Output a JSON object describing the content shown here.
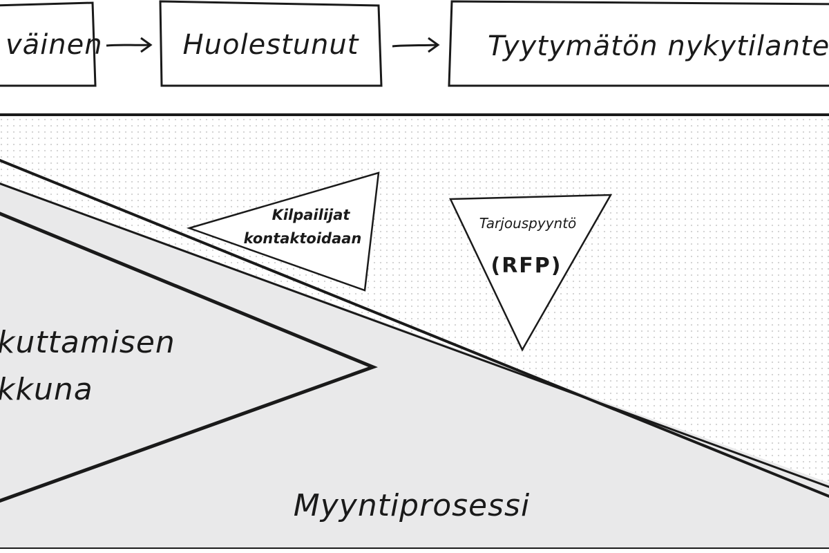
{
  "stages": [
    {
      "label": "väinen"
    },
    {
      "label": "Huolestunut"
    },
    {
      "label": "Tyytymätön nykytilantees"
    }
  ],
  "triangles": {
    "competitors_label_line1": "Kilpailijat",
    "competitors_label_line2": "kontaktoidaan",
    "rfp_label": "Tarjouspyyntö",
    "rfp_code": "(RFP)"
  },
  "influence_window": {
    "line1": "kuttamisen",
    "line2": "kkuna"
  },
  "sales_process": {
    "label": "Myyntiprosessi"
  },
  "colors": {
    "ink": "#1a1a1a",
    "panel_fill": "#e9e9ea",
    "dot": "#cfcfcf"
  }
}
